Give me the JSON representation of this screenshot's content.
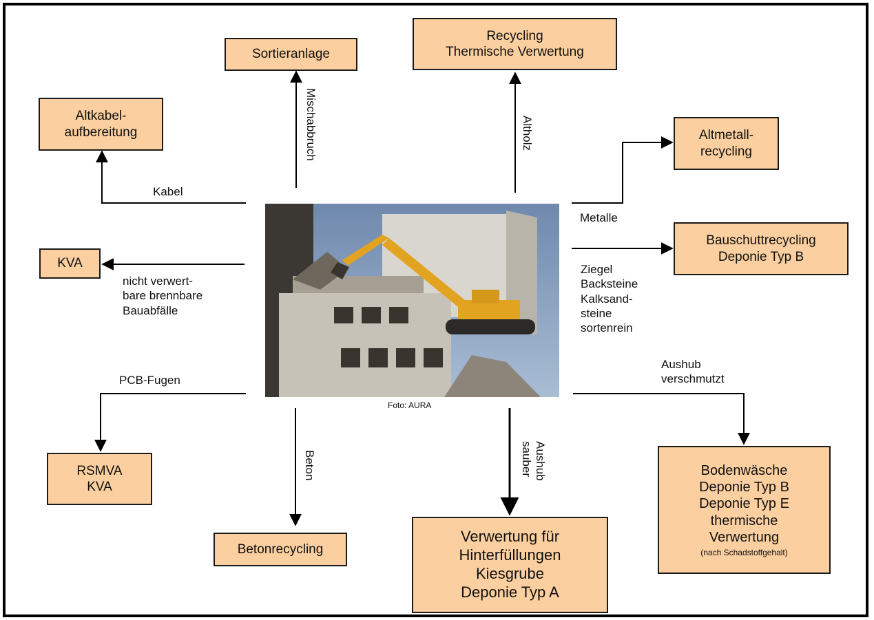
{
  "boxes": {
    "sortieranlage": "Sortieranlage",
    "recycling": [
      "Recycling",
      "Thermische Verwertung"
    ],
    "altkabel": [
      "Altkabel-",
      "aufbereitung"
    ],
    "altmetall": [
      "Altmetall-",
      "recycling"
    ],
    "kva": "KVA",
    "bauschutt": [
      "Bauschuttrecycling",
      "Deponie Typ B"
    ],
    "rsmva": [
      "RSMVA",
      "KVA"
    ],
    "betonrecycling": "Betonrecycling",
    "verwertung": [
      "Verwertung für",
      "Hinterfüllungen",
      "Kiesgrube",
      "Deponie Typ A"
    ],
    "bodenwaesche": [
      "Bodenwäsche",
      "Deponie Typ B",
      "Deponie Typ E",
      "thermische",
      "Verwertung"
    ],
    "bodenwaesche_note": "(nach Schadstoffgehalt)"
  },
  "labels": {
    "mischabbruch": "Mischabbruch",
    "altholz": "Altholz",
    "kabel": "Kabel",
    "metalle": "Metalle",
    "nicht_verwertbar": [
      "nicht verwert-",
      "bare brennbare",
      "Bauabfälle"
    ],
    "ziegel": [
      "Ziegel",
      "Backsteine",
      "Kalksand-",
      "steine",
      "sortenrein"
    ],
    "pcb": "PCB-Fugen",
    "aushub_verschmutzt": [
      "Aushub",
      "verschmutzt"
    ],
    "beton": "Beton",
    "aushub_sauber": [
      "Aushub",
      "sauber"
    ]
  },
  "photo": {
    "credit": "Foto: AURA",
    "colors": {
      "sky": "#8fa6c4",
      "concrete": "#bdb8ad",
      "excavator": "#e2a321",
      "dark": "#2c2a28"
    }
  }
}
